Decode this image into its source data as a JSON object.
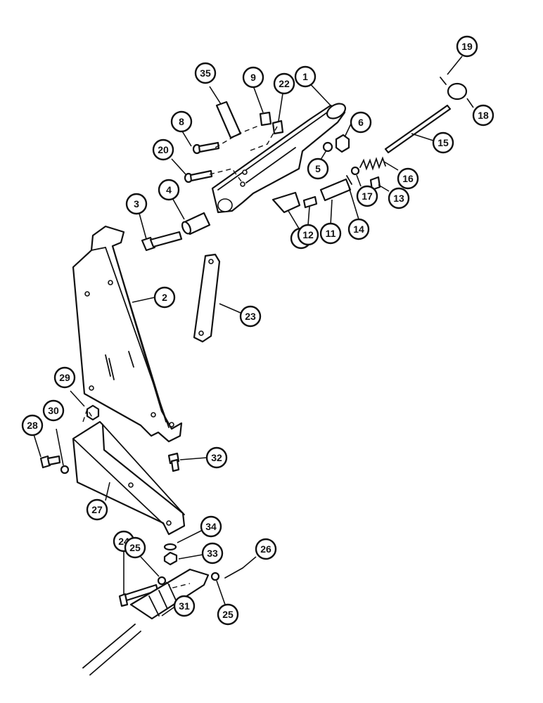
{
  "diagram": {
    "callouts": [
      {
        "id": "1",
        "label": "1"
      },
      {
        "id": "2",
        "label": "2"
      },
      {
        "id": "3",
        "label": "3"
      },
      {
        "id": "4",
        "label": "4"
      },
      {
        "id": "5",
        "label": "5"
      },
      {
        "id": "6",
        "label": "6"
      },
      {
        "id": "7",
        "label": "7"
      },
      {
        "id": "8",
        "label": "8"
      },
      {
        "id": "9",
        "label": "9"
      },
      {
        "id": "11",
        "label": "11"
      },
      {
        "id": "12",
        "label": "12"
      },
      {
        "id": "13",
        "label": "13"
      },
      {
        "id": "14",
        "label": "14"
      },
      {
        "id": "15",
        "label": "15"
      },
      {
        "id": "16",
        "label": "16"
      },
      {
        "id": "17",
        "label": "17"
      },
      {
        "id": "18",
        "label": "18"
      },
      {
        "id": "19",
        "label": "19"
      },
      {
        "id": "20",
        "label": "20"
      },
      {
        "id": "22",
        "label": "22"
      },
      {
        "id": "23",
        "label": "23"
      },
      {
        "id": "24",
        "label": "24"
      },
      {
        "id": "25a",
        "label": "25"
      },
      {
        "id": "25b",
        "label": "25"
      },
      {
        "id": "26",
        "label": "26"
      },
      {
        "id": "27",
        "label": "27"
      },
      {
        "id": "28",
        "label": "28"
      },
      {
        "id": "29",
        "label": "29"
      },
      {
        "id": "30",
        "label": "30"
      },
      {
        "id": "31",
        "label": "31"
      },
      {
        "id": "32",
        "label": "32"
      },
      {
        "id": "33",
        "label": "33"
      },
      {
        "id": "34",
        "label": "34"
      },
      {
        "id": "35",
        "label": "35"
      }
    ]
  }
}
